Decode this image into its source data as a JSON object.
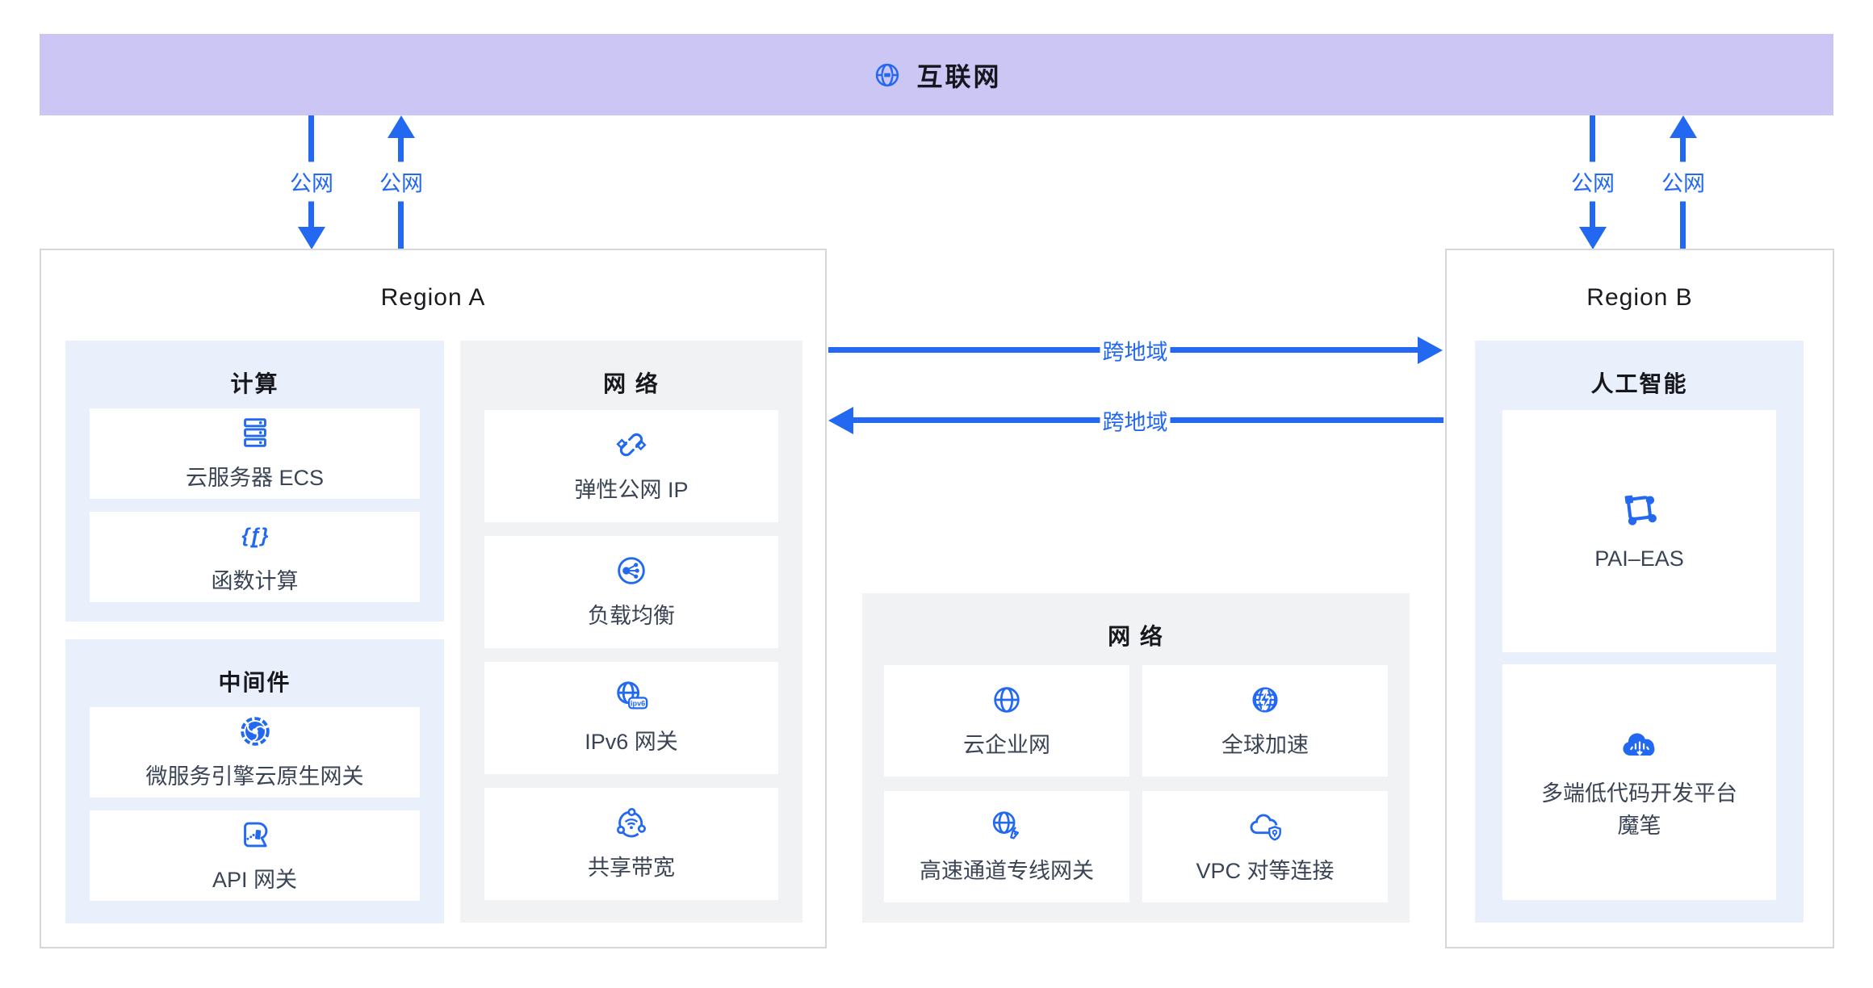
{
  "internet": {
    "label": "互联网"
  },
  "flows": {
    "public_left_down": "公网",
    "public_left_up": "公网",
    "public_right_down": "公网",
    "public_right_up": "公网",
    "cross_region_to_b": "跨地域",
    "cross_region_to_a": "跨地域"
  },
  "region_a": {
    "title": "Region A",
    "compute": {
      "title": "计算",
      "items": [
        {
          "label": "云服务器 ECS",
          "icon": "ecs-icon"
        },
        {
          "label": "函数计算",
          "icon": "function-compute-icon"
        }
      ]
    },
    "middleware": {
      "title": "中间件",
      "items": [
        {
          "label": "微服务引擎云原生网关",
          "icon": "mse-icon"
        },
        {
          "label": "API 网关",
          "icon": "api-gateway-icon"
        }
      ]
    },
    "network": {
      "title": "网 络",
      "items": [
        {
          "label": "弹性公网 IP",
          "icon": "eip-icon"
        },
        {
          "label": "负载均衡",
          "icon": "slb-icon"
        },
        {
          "label": "IPv6 网关",
          "icon": "ipv6-gateway-icon"
        },
        {
          "label": "共享带宽",
          "icon": "shared-bandwidth-icon"
        }
      ]
    }
  },
  "central_network": {
    "title": "网 络",
    "items": [
      {
        "label": "云企业网",
        "icon": "cen-icon"
      },
      {
        "label": "全球加速",
        "icon": "ga-icon"
      },
      {
        "label": "高速通道专线网关",
        "icon": "express-connect-icon"
      },
      {
        "label": "VPC 对等连接",
        "icon": "vpc-peering-icon"
      }
    ]
  },
  "region_b": {
    "title": "Region B",
    "ai": {
      "title": "人工智能",
      "items": [
        {
          "label": "PAI–EAS",
          "icon": "pai-eas-icon"
        },
        {
          "label": "多端低代码开发平台",
          "label2": "魔笔",
          "icon": "mobi-icon"
        }
      ]
    }
  },
  "icon_glyphs": {
    "function_compute": "{ƒ}",
    "ipv6_badge": "ipv6"
  },
  "colors": {
    "accent": "#2268F1",
    "banner_bg": "#CCC6F4",
    "section_blue": "#E9EFFB",
    "section_gray": "#F1F2F3",
    "card_text": "#3B4455",
    "border": "#D6D7DA"
  }
}
